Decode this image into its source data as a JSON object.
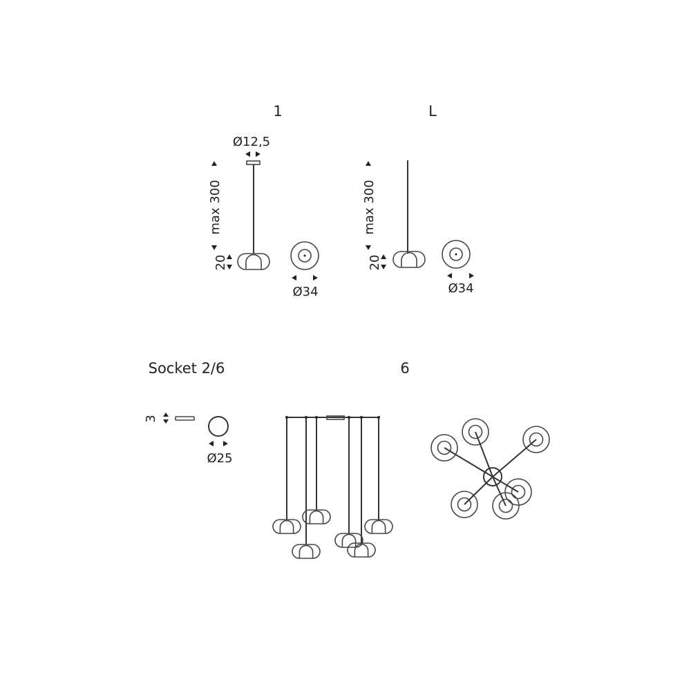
{
  "variants": {
    "single": {
      "title": "1",
      "canopy_diameter": "Ø12,5",
      "height": "max 300",
      "shade_height": "20",
      "shade_diameter": "Ø34"
    },
    "large": {
      "title": "L",
      "height": "max 300",
      "shade_height": "20",
      "shade_diameter": "Ø34"
    },
    "socket": {
      "title": "Socket 2/6",
      "thickness": "3",
      "diameter": "Ø25"
    },
    "six": {
      "title": "6"
    }
  }
}
